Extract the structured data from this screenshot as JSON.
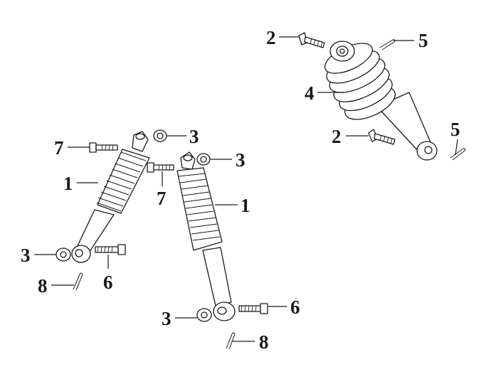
{
  "diagram": {
    "callouts": [
      {
        "id": "c-2-top",
        "label": "2"
      },
      {
        "id": "c-5-top",
        "label": "5"
      },
      {
        "id": "c-4",
        "label": "4"
      },
      {
        "id": "c-2-mid",
        "label": "2"
      },
      {
        "id": "c-5-right",
        "label": "5"
      },
      {
        "id": "c-7-left",
        "label": "7"
      },
      {
        "id": "c-3-top-left",
        "label": "3"
      },
      {
        "id": "c-3-top-right",
        "label": "3"
      },
      {
        "id": "c-1-left",
        "label": "1"
      },
      {
        "id": "c-7-mid",
        "label": "7"
      },
      {
        "id": "c-1-right",
        "label": "1"
      },
      {
        "id": "c-3-bottom-left",
        "label": "3"
      },
      {
        "id": "c-6-left",
        "label": "6"
      },
      {
        "id": "c-8-left",
        "label": "8"
      },
      {
        "id": "c-3-bottom-right",
        "label": "3"
      },
      {
        "id": "c-6-right",
        "label": "6"
      },
      {
        "id": "c-8-right",
        "label": "8"
      }
    ]
  }
}
